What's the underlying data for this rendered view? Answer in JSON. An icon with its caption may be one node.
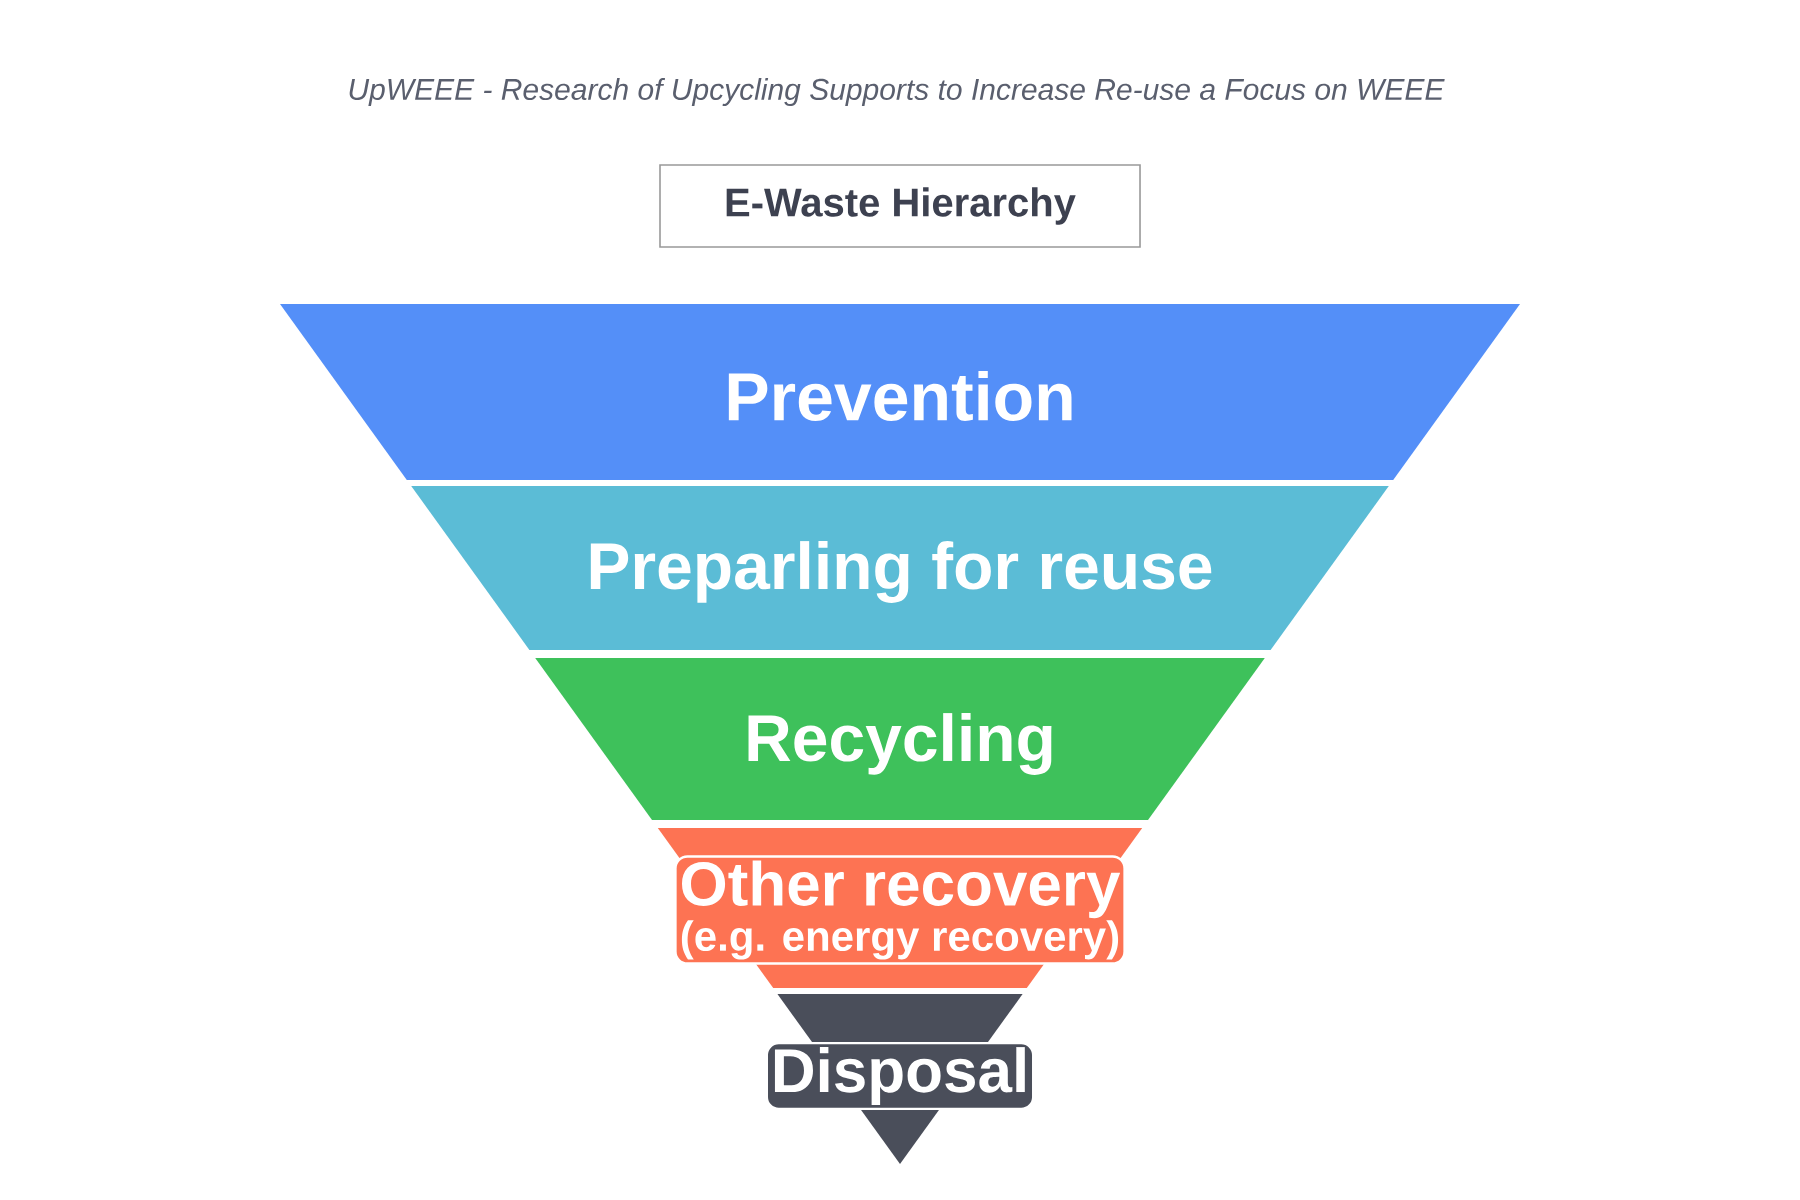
{
  "diagram": {
    "title": "UpWEEE - Research of Upcycling Supports to Increase Re-use a Focus on WEEE",
    "nodes": [
      {
        "text": [
          "E-Waste Hierarchy"
        ]
      },
      {
        "text": [
          "Prevention"
        ]
      },
      {
        "text": [
          "Preparling for reuse"
        ]
      },
      {
        "text": [
          "Recycling"
        ]
      },
      {
        "text": [
          "Other recovery",
          "(e.g. energy recovery)"
        ]
      },
      {
        "text": [
          "Disposal"
        ]
      }
    ]
  }
}
